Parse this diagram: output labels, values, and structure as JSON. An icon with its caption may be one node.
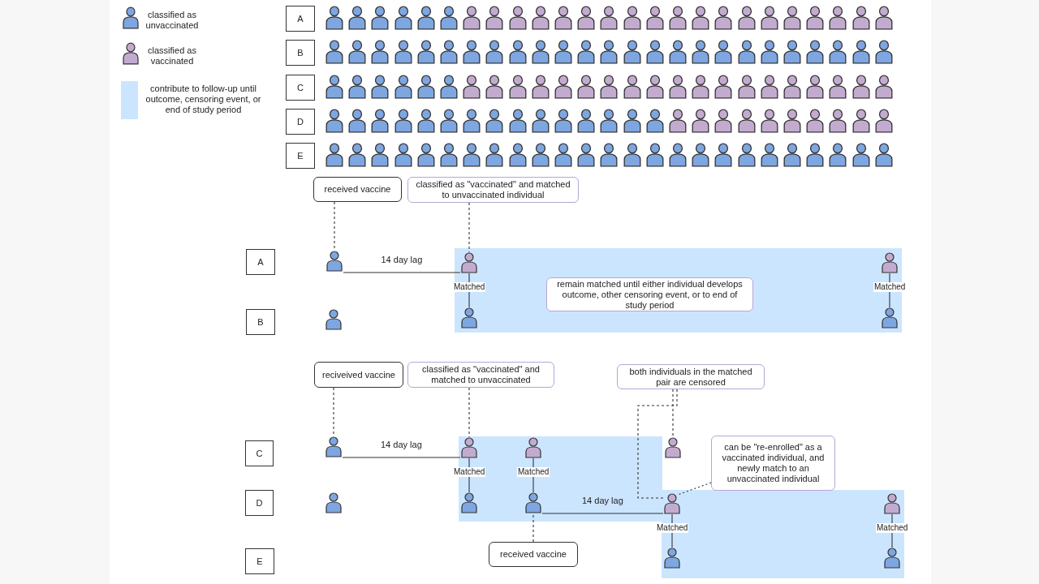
{
  "diagram": {
    "nodes": [
      {
        "text": [
          "A"
        ]
      },
      {
        "text": [],
        "shape": "person"
      },
      {
        "text": [],
        "shape": "person"
      },
      {
        "text": [],
        "shape": "person"
      },
      {
        "text": [],
        "shape": "person"
      },
      {
        "text": [],
        "shape": "person"
      },
      {
        "text": [],
        "shape": "person"
      },
      {
        "text": [],
        "shape": "person"
      },
      {
        "text": [],
        "shape": "person"
      },
      {
        "text": [],
        "shape": "person"
      },
      {
        "text": [],
        "shape": "person"
      },
      {
        "text": [],
        "shape": "person"
      },
      {
        "text": [],
        "shape": "person"
      },
      {
        "text": [],
        "shape": "person"
      },
      {
        "text": [],
        "shape": "person"
      },
      {
        "text": [],
        "shape": "person"
      },
      {
        "text": [],
        "shape": "person"
      },
      {
        "text": [],
        "shape": "person"
      },
      {
        "text": [],
        "shape": "person"
      },
      {
        "text": [],
        "shape": "person"
      },
      {
        "text": [],
        "shape": "person"
      },
      {
        "text": [],
        "shape": "person"
      },
      {
        "text": [],
        "shape": "person"
      },
      {
        "text": [],
        "shape": "person"
      },
      {
        "text": [],
        "shape": "person"
      },
      {
        "text": [],
        "shape": "person"
      },
      {
        "text": [
          "B"
        ]
      },
      {
        "text": [],
        "shape": "person"
      },
      {
        "text": [],
        "shape": "person"
      },
      {
        "text": [],
        "shape": "person"
      },
      {
        "text": [],
        "shape": "person"
      },
      {
        "text": [],
        "shape": "person"
      },
      {
        "text": [],
        "shape": "person"
      },
      {
        "text": [],
        "shape": "person"
      },
      {
        "text": [],
        "shape": "person"
      },
      {
        "text": [],
        "shape": "person"
      },
      {
        "text": [],
        "shape": "person"
      },
      {
        "text": [],
        "shape": "person"
      },
      {
        "text": [],
        "shape": "person"
      },
      {
        "text": [],
        "shape": "person"
      },
      {
        "text": [],
        "shape": "person"
      },
      {
        "text": [],
        "shape": "person"
      },
      {
        "text": [],
        "shape": "person"
      },
      {
        "text": [],
        "shape": "person"
      },
      {
        "text": [],
        "shape": "person"
      },
      {
        "text": [],
        "shape": "person"
      },
      {
        "text": [],
        "shape": "person"
      },
      {
        "text": [],
        "shape": "person"
      },
      {
        "text": [],
        "shape": "person"
      },
      {
        "text": [],
        "shape": "person"
      },
      {
        "text": [],
        "shape": "person"
      },
      {
        "text": [],
        "shape": "person"
      },
      {
        "text": [
          "C"
        ]
      },
      {
        "text": [],
        "shape": "person"
      },
      {
        "text": [],
        "shape": "person"
      },
      {
        "text": [],
        "shape": "person"
      },
      {
        "text": [],
        "shape": "person"
      },
      {
        "text": [],
        "shape": "person"
      },
      {
        "text": [],
        "shape": "person"
      },
      {
        "text": [],
        "shape": "person"
      },
      {
        "text": [],
        "shape": "person"
      },
      {
        "text": [],
        "shape": "person"
      },
      {
        "text": [],
        "shape": "person"
      },
      {
        "text": [],
        "shape": "person"
      },
      {
        "text": [],
        "shape": "person"
      },
      {
        "text": [],
        "shape": "person"
      },
      {
        "text": [],
        "shape": "person"
      },
      {
        "text": [],
        "shape": "person"
      },
      {
        "text": [],
        "shape": "person"
      },
      {
        "text": [],
        "shape": "person"
      },
      {
        "text": [],
        "shape": "person"
      },
      {
        "text": [],
        "shape": "person"
      },
      {
        "text": [],
        "shape": "person"
      },
      {
        "text": [],
        "shape": "person"
      },
      {
        "text": [],
        "shape": "person"
      },
      {
        "text": [],
        "shape": "person"
      },
      {
        "text": [],
        "shape": "person"
      },
      {
        "text": [],
        "shape": "person"
      },
      {
        "text": [
          "D"
        ]
      },
      {
        "text": [],
        "shape": "person"
      },
      {
        "text": [],
        "shape": "person"
      },
      {
        "text": [],
        "shape": "person"
      },
      {
        "text": [],
        "shape": "person"
      },
      {
        "text": [],
        "shape": "person"
      },
      {
        "text": [],
        "shape": "person"
      },
      {
        "text": [],
        "shape": "person"
      },
      {
        "text": [],
        "shape": "person"
      },
      {
        "text": [],
        "shape": "person"
      },
      {
        "text": [],
        "shape": "person"
      },
      {
        "text": [],
        "shape": "person"
      },
      {
        "text": [],
        "shape": "person"
      },
      {
        "text": [],
        "shape": "person"
      },
      {
        "text": [],
        "shape": "person"
      },
      {
        "text": [],
        "shape": "person"
      },
      {
        "text": [],
        "shape": "person"
      },
      {
        "text": [],
        "shape": "person"
      },
      {
        "text": [],
        "shape": "person"
      },
      {
        "text": [],
        "shape": "person"
      },
      {
        "text": [],
        "shape": "person"
      },
      {
        "text": [],
        "shape": "person"
      },
      {
        "text": [],
        "shape": "person"
      },
      {
        "text": [],
        "shape": "person"
      },
      {
        "text": [],
        "shape": "person"
      },
      {
        "text": [],
        "shape": "person"
      },
      {
        "text": [
          "E"
        ]
      },
      {
        "text": [],
        "shape": "person"
      },
      {
        "text": [],
        "shape": "person"
      },
      {
        "text": [],
        "shape": "person"
      },
      {
        "text": [],
        "shape": "person"
      },
      {
        "text": [],
        "shape": "person"
      },
      {
        "text": [],
        "shape": "person"
      },
      {
        "text": [],
        "shape": "person"
      },
      {
        "text": [],
        "shape": "person"
      },
      {
        "text": [],
        "shape": "person"
      },
      {
        "text": [],
        "shape": "person"
      },
      {
        "text": [],
        "shape": "person"
      },
      {
        "text": [],
        "shape": "person"
      },
      {
        "text": [],
        "shape": "person"
      },
      {
        "text": [],
        "shape": "person"
      },
      {
        "text": [],
        "shape": "person"
      },
      {
        "text": [],
        "shape": "person"
      },
      {
        "text": [],
        "shape": "person"
      },
      {
        "text": [],
        "shape": "person"
      },
      {
        "text": [],
        "shape": "person"
      },
      {
        "text": [],
        "shape": "person"
      },
      {
        "text": [],
        "shape": "person"
      },
      {
        "text": [],
        "shape": "person"
      },
      {
        "text": [],
        "shape": "person"
      },
      {
        "text": [],
        "shape": "person"
      },
      {
        "text": [],
        "shape": "person"
      },
      {
        "text": [
          "received vaccine"
        ]
      },
      {
        "text": [
          "classified as \"vaccinated\" and matched to unvaccinated individual"
        ]
      },
      {
        "text": [
          "A"
        ]
      },
      {
        "text": [],
        "shape": "person"
      },
      {
        "text": [],
        "shape": "box"
      },
      {
        "text": [],
        "shape": "person",
        "in": 134
      },
      {
        "text": [],
        "shape": "person",
        "in": 134
      },
      {
        "text": [
          "remain matched until either individual develops outcome, other censoring event, or to end of study period"
        ],
        "in": 134
      },
      {
        "text": [
          "B"
        ]
      },
      {
        "text": [],
        "shape": "person"
      },
      {
        "text": [],
        "shape": "person",
        "in": 134
      },
      {
        "text": [],
        "shape": "person",
        "in": 134
      },
      {
        "text": [
          "reciveived vaccine"
        ]
      },
      {
        "text": [
          "classified as \"vaccinated\" and matched to unvaccinated"
        ]
      },
      {
        "text": [
          "both individuals in the matched pair are censored"
        ]
      },
      {
        "text": [
          "C"
        ]
      },
      {
        "text": [],
        "shape": "person"
      },
      {
        "text": [],
        "shape": "box"
      },
      {
        "text": [],
        "shape": "person",
        "in": 147
      },
      {
        "text": [],
        "shape": "person",
        "in": 147
      },
      {
        "text": [],
        "shape": "person"
      },
      {
        "text": [
          "can be \"re-enrolled\" as a vaccinated individual, and newly match to an unvaccinated individual"
        ]
      },
      {
        "text": [
          "D"
        ]
      },
      {
        "text": [],
        "shape": "person"
      },
      {
        "text": [],
        "shape": "person",
        "in": 147
      },
      {
        "text": [],
        "shape": "person",
        "in": 147
      },
      {
        "text": [],
        "shape": "box"
      },
      {
        "text": [],
        "shape": "person",
        "in": 156
      },
      {
        "text": [],
        "shape": "person",
        "in": 156
      },
      {
        "text": [
          "received vaccine"
        ]
      },
      {
        "text": [
          "E"
        ]
      },
      {
        "text": [],
        "shape": "person",
        "in": 156
      },
      {
        "text": [],
        "shape": "person",
        "in": 156
      }
    ],
    "edges": [
      {
        "from": 130,
        "to": 133,
        "arrow": "none",
        "style": "dashed"
      },
      {
        "from": 131,
        "to": 135,
        "arrow": "none",
        "style": "dashed"
      },
      {
        "from": 133,
        "to": 135,
        "arrow": "none",
        "label": "14 day lag"
      },
      {
        "from": 135,
        "to": 140,
        "arrow": "none",
        "label": "Matched"
      },
      {
        "from": 136,
        "to": 141,
        "arrow": "none",
        "label": "Matched"
      },
      {
        "from": 142,
        "to": 146,
        "arrow": "none",
        "style": "dashed"
      },
      {
        "from": 143,
        "to": 148,
        "arrow": "none",
        "style": "dashed"
      },
      {
        "from": 146,
        "to": 148,
        "arrow": "none",
        "label": "14 day lag"
      },
      {
        "from": 148,
        "to": 154,
        "arrow": "none",
        "label": "Matched"
      },
      {
        "from": 149,
        "to": 155,
        "arrow": "none",
        "label": "Matched"
      },
      {
        "from": 144,
        "to": 150,
        "arrow": "none",
        "style": "dashed"
      },
      {
        "from": 144,
        "to": 157,
        "arrow": "none",
        "style": "dashed"
      },
      {
        "from": 151,
        "to": 157,
        "arrow": "none",
        "style": "dashed"
      },
      {
        "from": 155,
        "to": 157,
        "arrow": "none",
        "label": "14 day lag"
      },
      {
        "from": 159,
        "to": 155,
        "arrow": "none",
        "style": "dashed"
      },
      {
        "from": 157,
        "to": 161,
        "arrow": "none",
        "label": "Matched"
      },
      {
        "from": 158,
        "to": 162,
        "arrow": "none",
        "label": "Matched"
      }
    ],
    "legend": [
      {
        "text": "classified as unvaccinated"
      },
      {
        "text": "classified as vaccinated"
      },
      {
        "text": "contribute to follow-up until outcome, censoring event, or end of study period",
        "color": "#cce5ff"
      }
    ]
  }
}
